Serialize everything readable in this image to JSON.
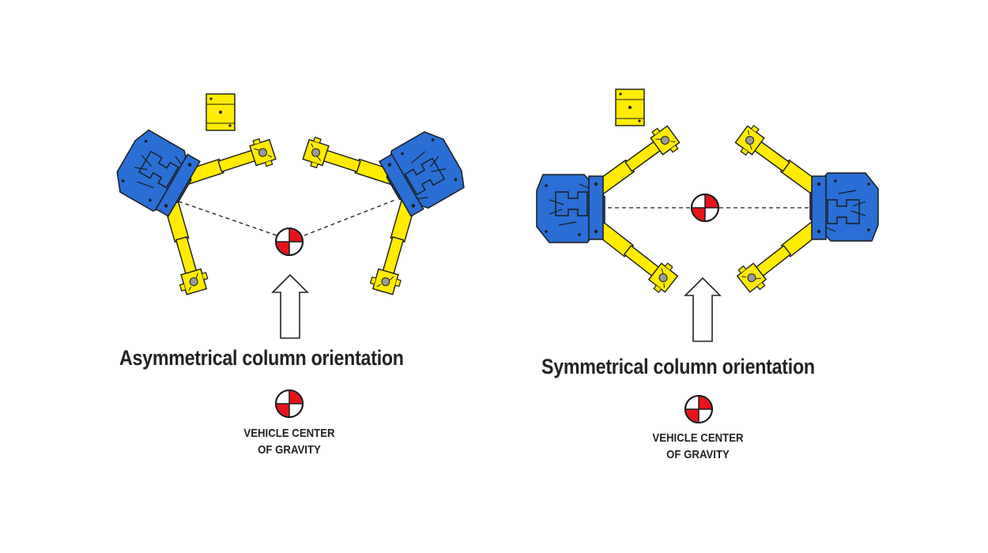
{
  "panels": [
    {
      "title": "Asymmetrical column orientation"
    },
    {
      "title": "Symmetrical column orientation"
    }
  ],
  "legend": {
    "line1": "VEHICLE CENTER",
    "line2": "OF GRAVITY"
  },
  "colors": {
    "column_blue": "#2a6ed6",
    "column_outline": "#1a1a1a",
    "arm_yellow": "#ffec00",
    "cg_red": "#e8131a",
    "arrow_outline": "#222222"
  }
}
